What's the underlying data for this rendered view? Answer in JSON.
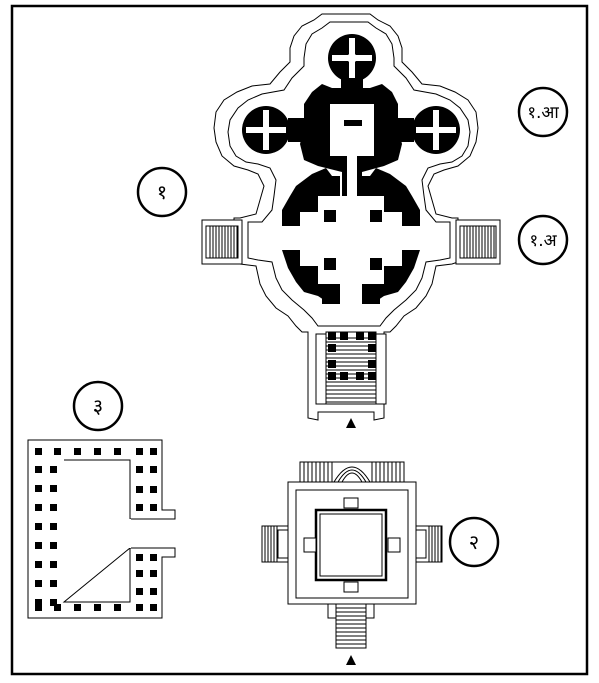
{
  "labels": {
    "main_temple": "१",
    "subshrine_top": "१.आ",
    "subshrine_right": "१.अ",
    "hall": "३",
    "shrine_two": "२"
  },
  "colors": {
    "ink": "#000000",
    "paper": "#ffffff"
  },
  "icons": {
    "entrance_marker": "triangle-up"
  }
}
